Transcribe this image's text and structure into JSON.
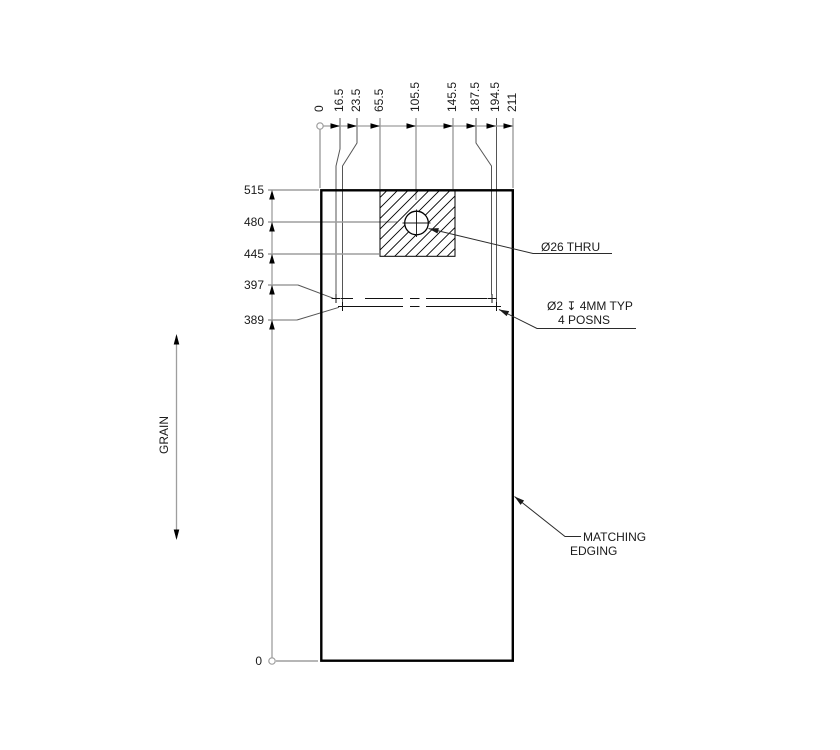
{
  "drawing": {
    "top_ordinates": [
      "0",
      "16.5",
      "23.5",
      "65.5",
      "105.5",
      "145.5",
      "187.5",
      "194.5",
      "211"
    ],
    "left_ordinates": [
      "515",
      "480",
      "445",
      "397",
      "389"
    ],
    "origin": {
      "bottom_left": "0"
    },
    "annotations": {
      "large_hole": "Ø26 THRU",
      "small_hole_line1": "Ø2 ↧ 4MM TYP",
      "small_hole_line2": "4 POSNS",
      "edging_line1": "MATCHING",
      "edging_line2": "EDGING",
      "grain": "GRAIN"
    },
    "colors": {
      "outline": "#000000",
      "dimension_lines": "#9e9e9e",
      "leader_lines": "#2b2b2b",
      "text": "#1a1a1a"
    }
  }
}
